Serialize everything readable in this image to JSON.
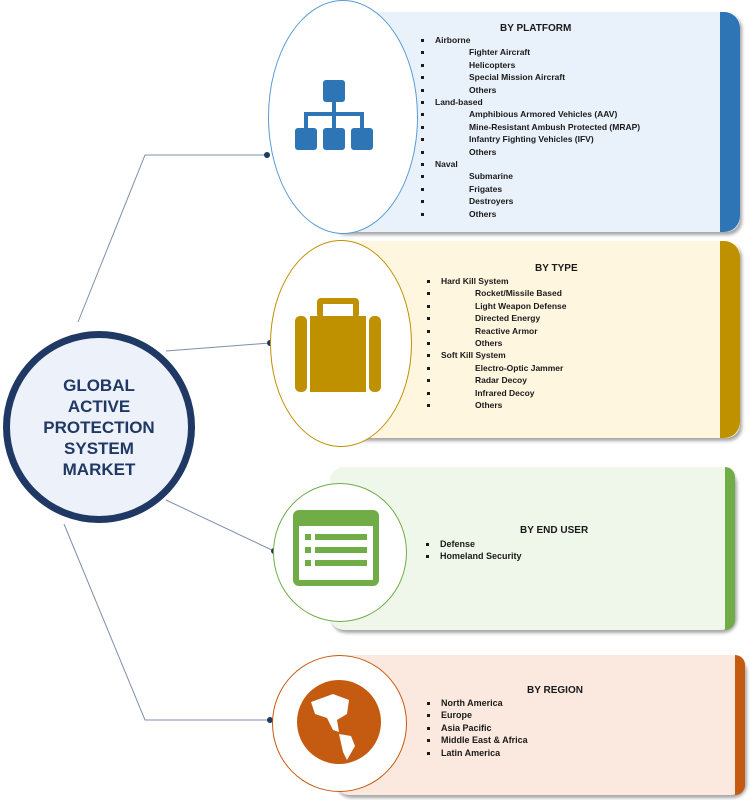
{
  "center": {
    "lines": [
      "GLOBAL",
      "ACTIVE",
      "PROTECTION",
      "SYSTEM",
      "MARKET"
    ]
  },
  "colors": {
    "platform": "#2e75b6",
    "type": "#bf9000",
    "end_user": "#70ad47",
    "region": "#c55a11",
    "center": "#1f3864"
  },
  "platform": {
    "title": "BY PLATFORM",
    "icon": "hierarchy-icon",
    "groups": [
      {
        "label": "Airborne",
        "items": [
          "Fighter Aircraft",
          "Helicopters",
          "Special Mission Aircraft",
          "Others"
        ]
      },
      {
        "label": "Land-based",
        "items": [
          "Amphibious Armored Vehicles (AAV)",
          "Mine-Resistant Ambush Protected (MRAP)",
          "Infantry Fighting Vehicles (IFV)",
          "Others"
        ]
      },
      {
        "label": "Naval",
        "items": [
          "Submarine",
          "Frigates",
          "Destroyers",
          "Others"
        ]
      }
    ]
  },
  "type": {
    "title": "BY TYPE",
    "icon": "briefcase-icon",
    "groups": [
      {
        "label": "Hard Kill System",
        "items": [
          "Rocket/Missile Based",
          "Light Weapon Defense",
          "Directed Energy",
          "Reactive Armor",
          "Others"
        ]
      },
      {
        "label": "Soft Kill System",
        "items": [
          "Electro-Optic Jammer",
          "Radar Decoy",
          "Infrared Decoy",
          "Others"
        ]
      }
    ]
  },
  "end_user": {
    "title": "BY END USER",
    "icon": "list-icon",
    "items": [
      "Defense",
      "Homeland Security"
    ]
  },
  "region": {
    "title": "BY REGION",
    "icon": "globe-icon",
    "items": [
      "North America",
      "Europe",
      "Asia Pacific",
      "Middle East & Africa",
      "Latin America"
    ]
  }
}
